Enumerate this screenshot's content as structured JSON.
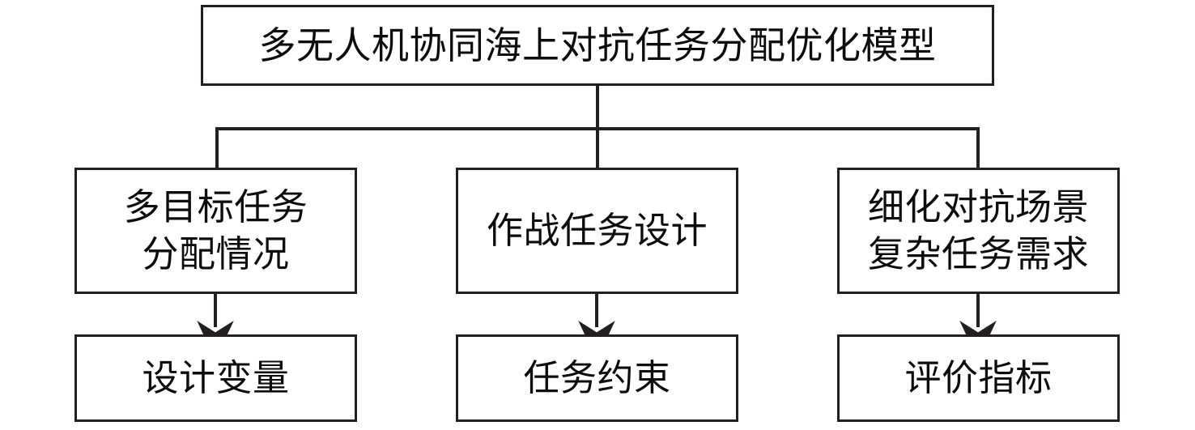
{
  "diagram": {
    "type": "hierarchy-flowchart",
    "orientation": "top-down",
    "background_color": "#ffffff",
    "line_color": "#231f20",
    "text_color": "#0d0d0d",
    "root": {
      "id": "root",
      "label": "多无人机协同海上对抗任务分配优化模型",
      "lines": [
        "多无人机协同海上对抗任务分配优化模型"
      ]
    },
    "middle_tier": [
      {
        "id": "mid-0",
        "label": "多目标任务分配情况",
        "lines": [
          "多目标任务",
          "分配情况"
        ]
      },
      {
        "id": "mid-1",
        "label": "作战任务设计",
        "lines": [
          "作战任务设计"
        ]
      },
      {
        "id": "mid-2",
        "label": "细化对抗场景复杂任务需求",
        "lines": [
          "细化对抗场景",
          "复杂任务需求"
        ]
      }
    ],
    "bottom_tier": [
      {
        "id": "bot-0",
        "label": "设计变量",
        "lines": [
          "设计变量"
        ]
      },
      {
        "id": "bot-1",
        "label": "任务约束",
        "lines": [
          "任务约束"
        ]
      },
      {
        "id": "bot-2",
        "label": "评价指标",
        "lines": [
          "评价指标"
        ]
      }
    ],
    "connectors": {
      "root_to_bus": "plain-line",
      "bus_to_middle": "plain-line",
      "middle_to_bottom": "filled-barbed-arrow"
    }
  }
}
